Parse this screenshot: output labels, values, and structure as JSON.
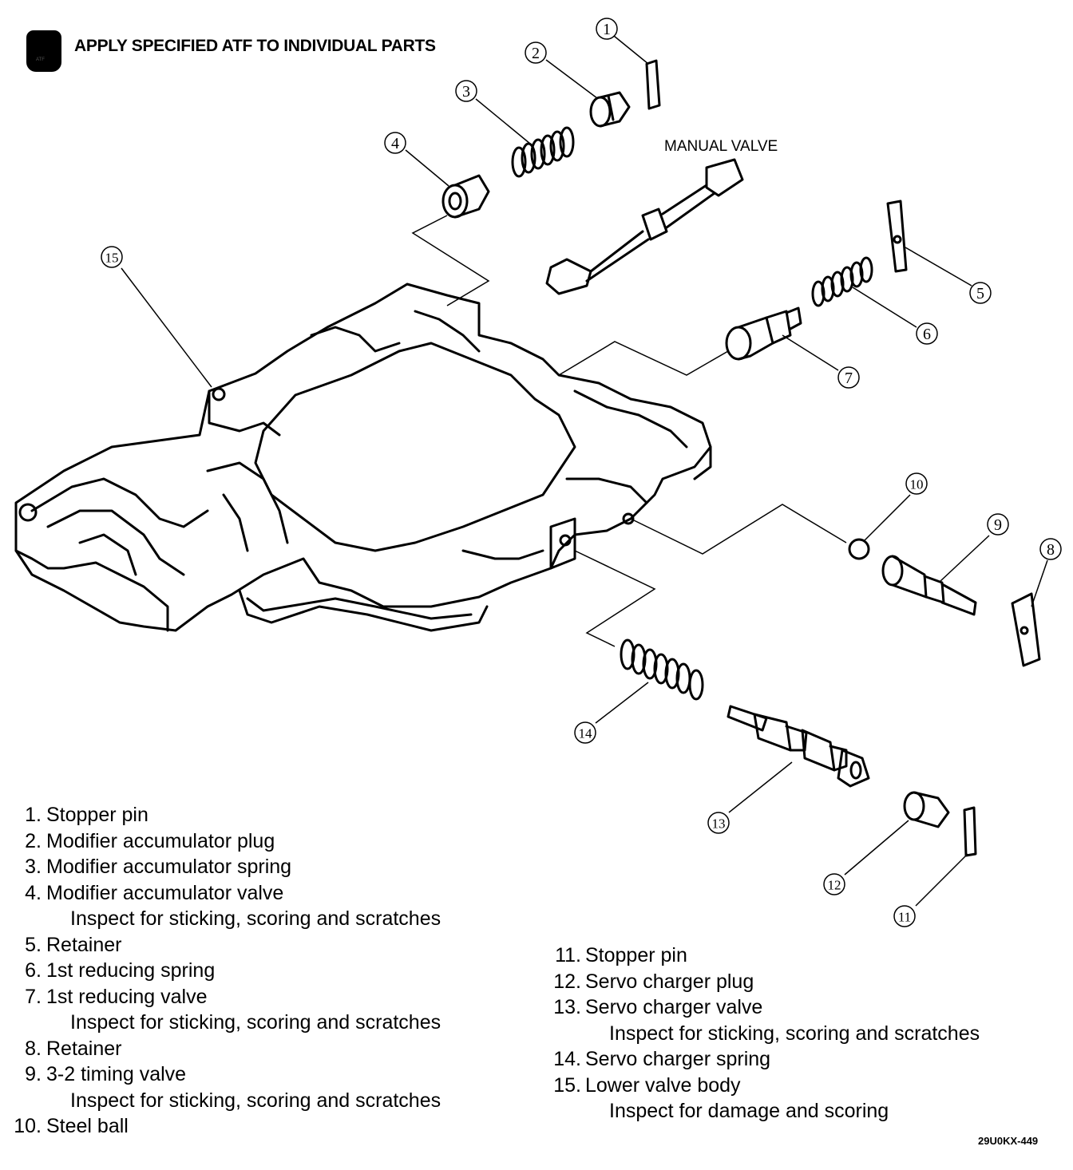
{
  "header": {
    "note": "APPLY SPECIFIED ATF TO INDIVIDUAL PARTS",
    "icon": "atf-oil-can-icon",
    "icon_text": "ATF"
  },
  "diagram": {
    "manual_valve_label": "MANUAL VALVE",
    "callouts": [
      "1",
      "2",
      "3",
      "4",
      "5",
      "6",
      "7",
      "8",
      "9",
      "10",
      "11",
      "12",
      "13",
      "14",
      "15"
    ]
  },
  "legend_left": [
    {
      "num": "1.",
      "text": "Stopper pin"
    },
    {
      "num": "2.",
      "text": "Modifier accumulator plug"
    },
    {
      "num": "3.",
      "text": "Modifier accumulator spring"
    },
    {
      "num": "4.",
      "text": "Modifier accumulator valve",
      "sub": "Inspect for sticking, scoring and scratches"
    },
    {
      "num": "5.",
      "text": "Retainer"
    },
    {
      "num": "6.",
      "text": "1st reducing spring"
    },
    {
      "num": "7.",
      "text": "1st reducing valve",
      "sub": "Inspect for sticking, scoring and scratches"
    },
    {
      "num": "8.",
      "text": "Retainer"
    },
    {
      "num": "9.",
      "text": "3-2 timing valve",
      "sub": "Inspect for sticking, scoring and scratches"
    },
    {
      "num": "10.",
      "text": "Steel ball"
    }
  ],
  "legend_right": [
    {
      "num": "11.",
      "text": "Stopper pin"
    },
    {
      "num": "12.",
      "text": "Servo charger plug"
    },
    {
      "num": "13.",
      "text": "Servo charger valve",
      "sub": "Inspect for sticking, scoring and scratches"
    },
    {
      "num": "14.",
      "text": "Servo charger spring"
    },
    {
      "num": "15.",
      "text": "Lower valve body",
      "sub": "Inspect for damage and scoring"
    }
  ],
  "figure_code": "29U0KX-449"
}
